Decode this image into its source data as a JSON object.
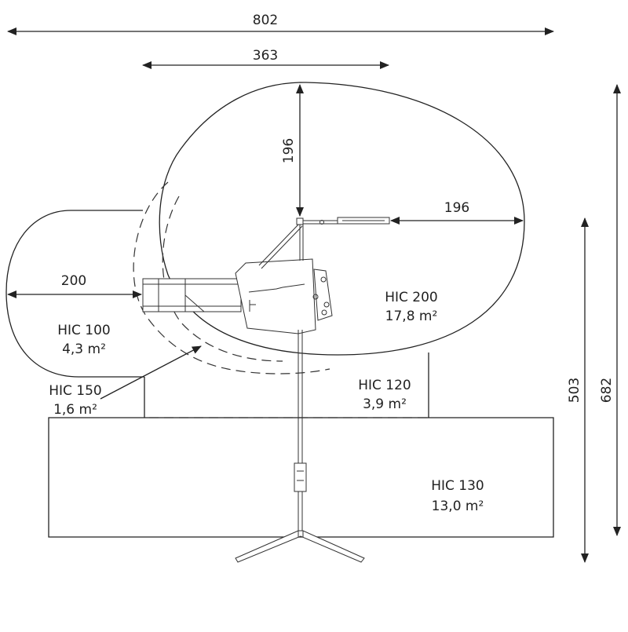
{
  "dimensions": {
    "total_width": "802",
    "partial_width": "363",
    "radius_vertical": "196",
    "radius_horizontal": "196",
    "left_zone_width": "200",
    "height_inner": "503",
    "height_total": "682"
  },
  "zones": [
    {
      "code": "HIC 100",
      "area": "4,3 m²"
    },
    {
      "code": "HIC 150",
      "area": "1,6 m²"
    },
    {
      "code": "HIC 200",
      "area": "17,8 m²"
    },
    {
      "code": "HIC 120",
      "area": "3,9 m²"
    },
    {
      "code": "HIC 130",
      "area": "13,0 m²"
    }
  ],
  "colors": {
    "line": "#222222",
    "background": "#ffffff"
  }
}
